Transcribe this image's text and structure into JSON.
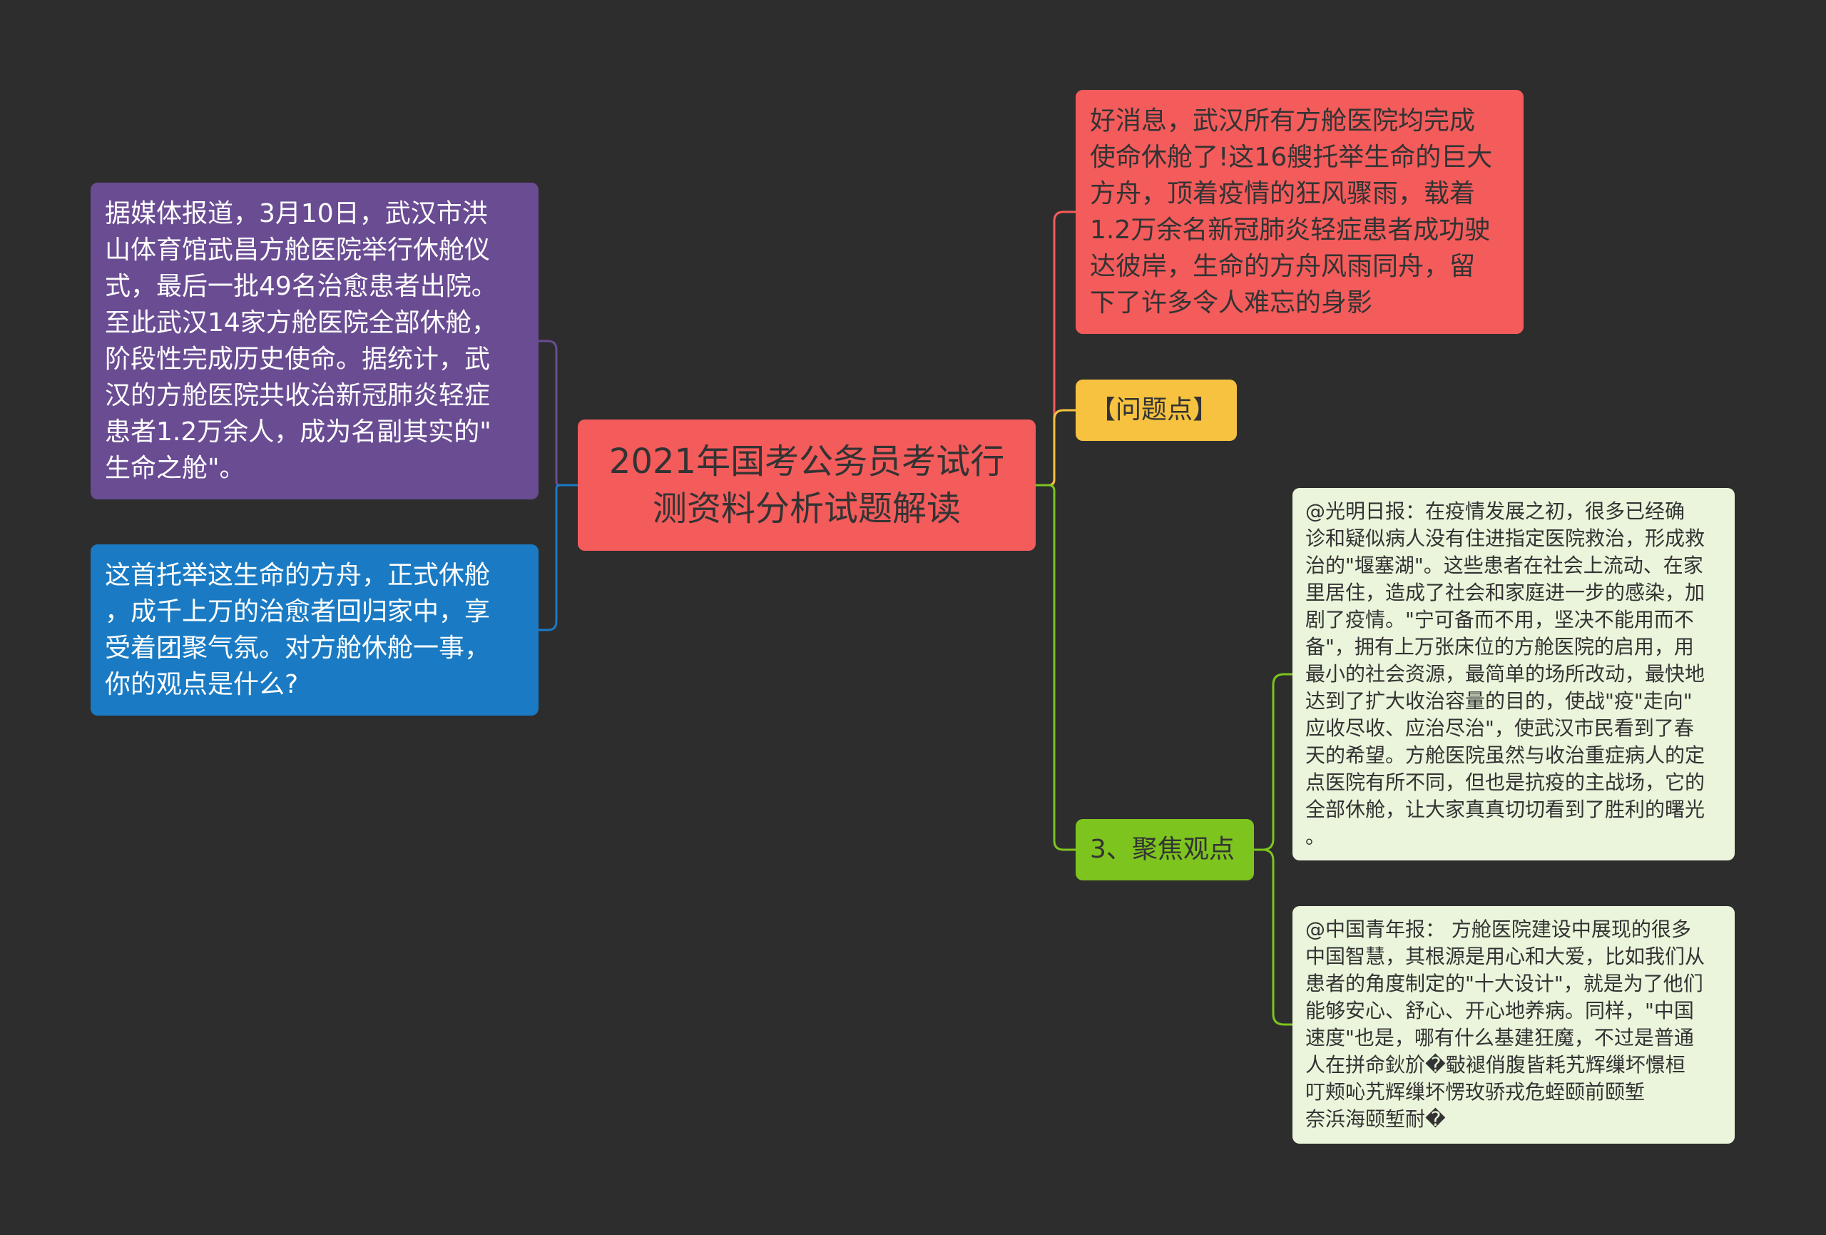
{
  "center": {
    "title": "2021年国考公务员考试行\n测资料分析试题解读"
  },
  "left_nodes": [
    {
      "text": "据媒体报道，3月10日，武汉市洪\n山体育馆武昌方舱医院举行休舱仪\n式，最后一批49名治愈患者出院。\n至此武汉14家方舱医院全部休舱，\n阶段性完成历史使命。据统计，武\n汉的方舱医院共收治新冠肺炎轻症\n患者1.2万余人，成为名副其实的\"\n生命之舱\"。"
    },
    {
      "text": "这首托举这生命的方舟，正式休舱\n，成千上万的治愈者回归家中，享\n受着团聚气氛。对方舱休舱一事，\n你的观点是什么?"
    }
  ],
  "right_nodes": [
    {
      "text": "好消息，武汉所有方舱医院均完成\n使命休舱了!这16艘托举生命的巨大\n方舟，顶着疫情的狂风骤雨，载着\n1.2万余名新冠肺炎轻症患者成功驶\n达彼岸，生命的方舟风雨同舟，留\n下了许多令人难忘的身影"
    },
    {
      "text": "【问题点】"
    },
    {
      "text": "3、聚焦观点",
      "children": [
        {
          "text": "@光明日报：在疫情发展之初，很多已经确\n诊和疑似病人没有住进指定医院救治，形成救\n治的\"堰塞湖\"。这些患者在社会上流动、在家\n里居住，造成了社会和家庭进一步的感染，加\n剧了疫情。\"宁可备而不用，坚决不能用而不\n备\"，拥有上万张床位的方舱医院的启用，用\n最小的社会资源，最简单的场所改动，最快地\n达到了扩大收治容量的目的，使战\"疫\"走向\"\n应收尽收、应治尽治\"，使武汉市民看到了春\n天的希望。方舱医院虽然与收治重症病人的定\n点医院有所不同，但也是抗疫的主战场，它的\n全部休舱，让大家真真切切看到了胜利的曙光\n。"
        },
        {
          "text": "@中国青年报： 方舱医院建设中展现的很多\n中国智慧，其根源是用心和大爱，比如我们从\n患者的角度制定的\"十大设计\"，就是为了他们\n能够安心、舒心、开心地养病。同样，\"中国\n速度\"也是，哪有什么基建狂魔，不过是普通\n人在拼命鈥斺�斀褪俏腹皆耗艽辉缫坏憬桓\n叮颊吣艽辉缫坏愣玫骄戎危蛭颐前颐堑\n奈浜海颐堑耐�"
        }
      ]
    }
  ],
  "colors": {
    "background": "#2d2d2d",
    "center": "#f45b5b",
    "purple": "#6a4c93",
    "blue": "#1a7bc4",
    "red": "#f45b5b",
    "yellow": "#f6c240",
    "green": "#7dc41f",
    "leaf": "#eaf5db"
  }
}
